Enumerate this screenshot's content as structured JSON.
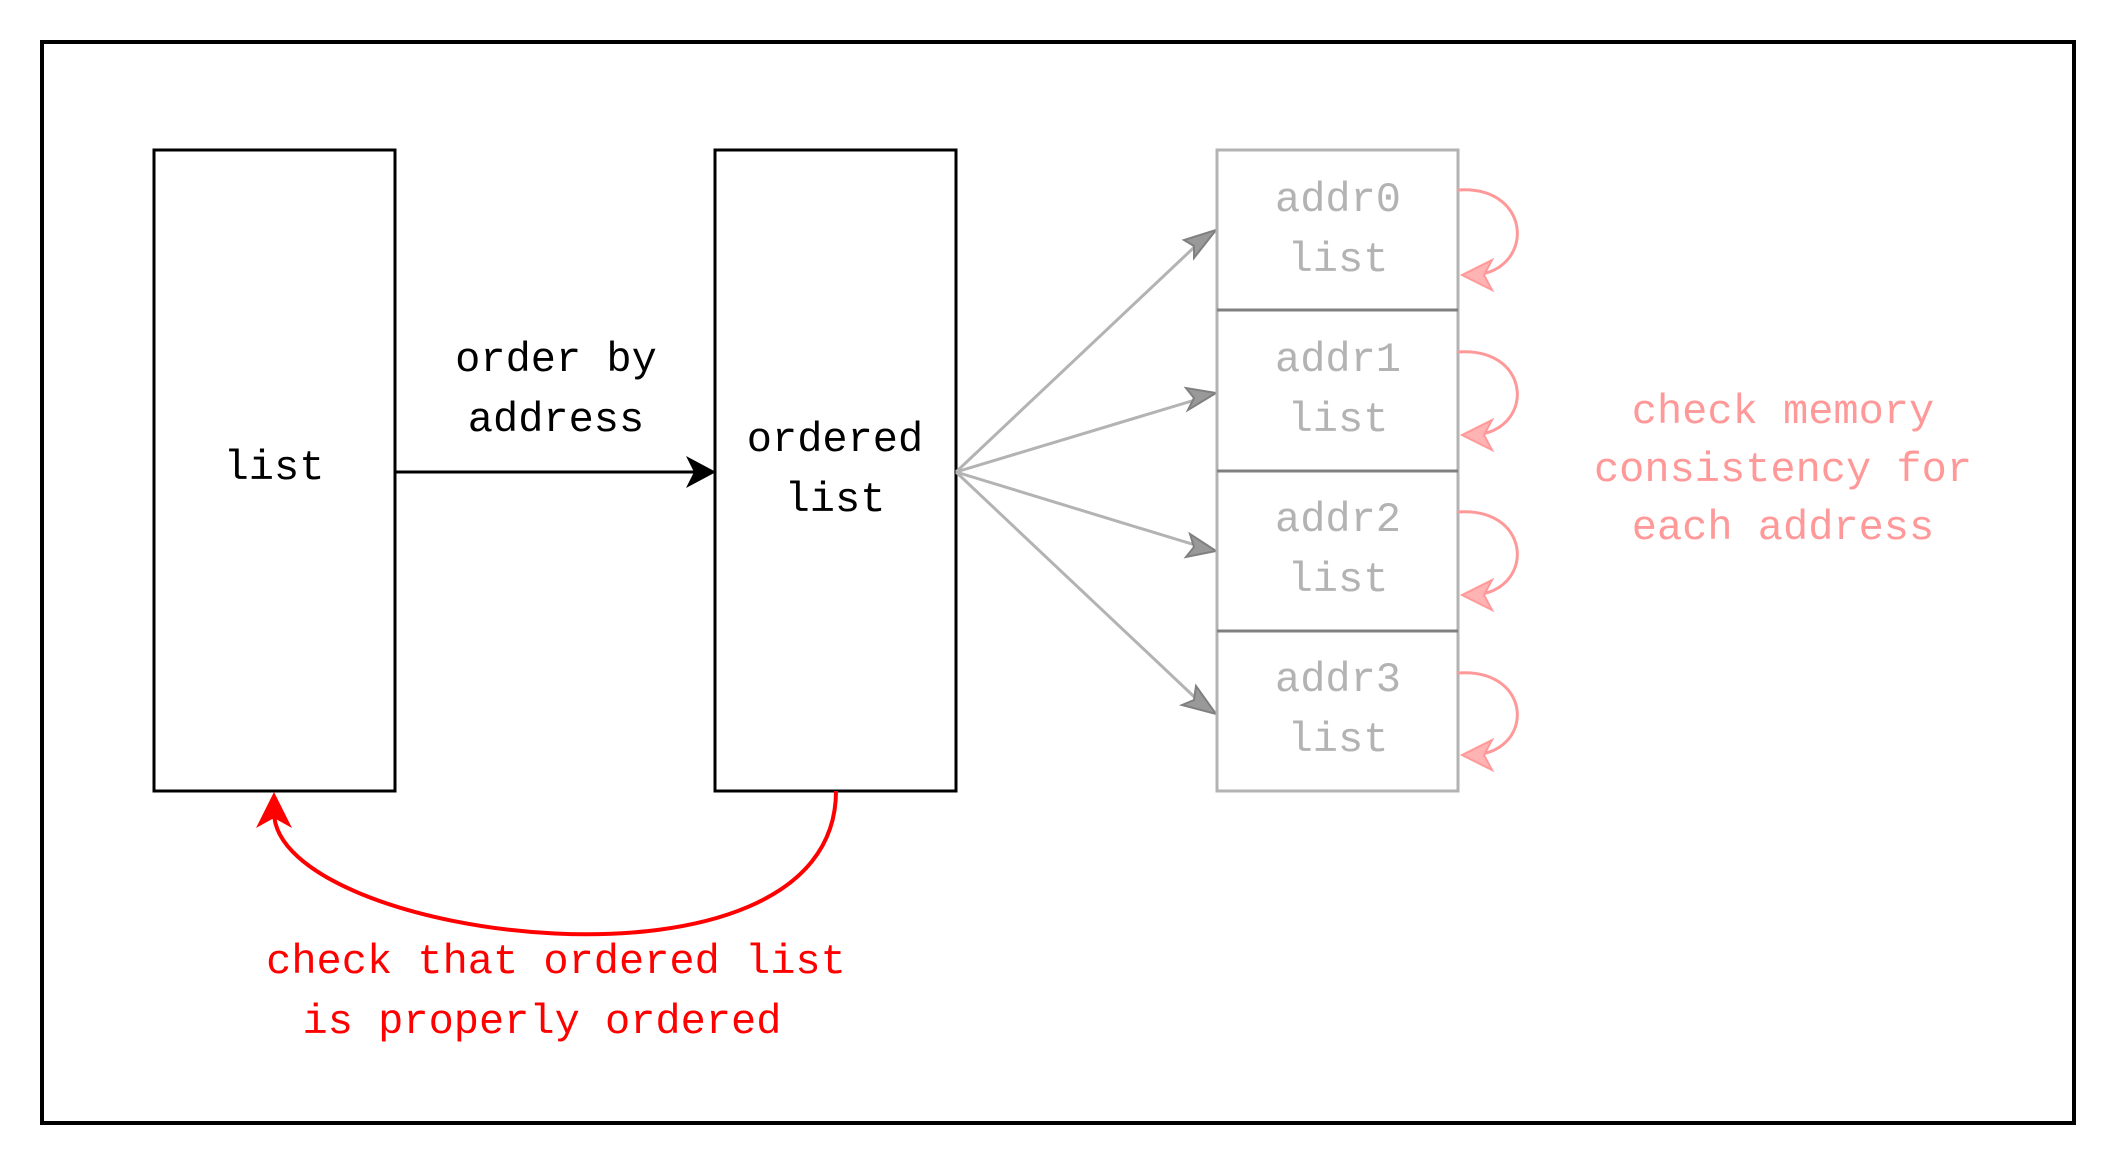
{
  "diagram": {
    "list_box": {
      "label": "list"
    },
    "ordered_box": {
      "line1": "ordered",
      "line2": "list"
    },
    "order_edge": {
      "line1": "order by",
      "line2": "address"
    },
    "addresses": [
      {
        "name": "addr0",
        "sub": "list"
      },
      {
        "name": "addr1",
        "sub": "list"
      },
      {
        "name": "addr2",
        "sub": "list"
      },
      {
        "name": "addr3",
        "sub": "list"
      }
    ],
    "consistency_note": {
      "line1": "check memory",
      "line2": "consistency for",
      "line3": "each address"
    },
    "order_check_note": {
      "line1": "check that ordered list",
      "line2": "is properly ordered"
    }
  },
  "colors": {
    "main": "#000000",
    "faded_gray": "#b3b3b3",
    "divider_gray": "#808080",
    "faded_red": "#ff9999",
    "red": "#ff0000"
  }
}
